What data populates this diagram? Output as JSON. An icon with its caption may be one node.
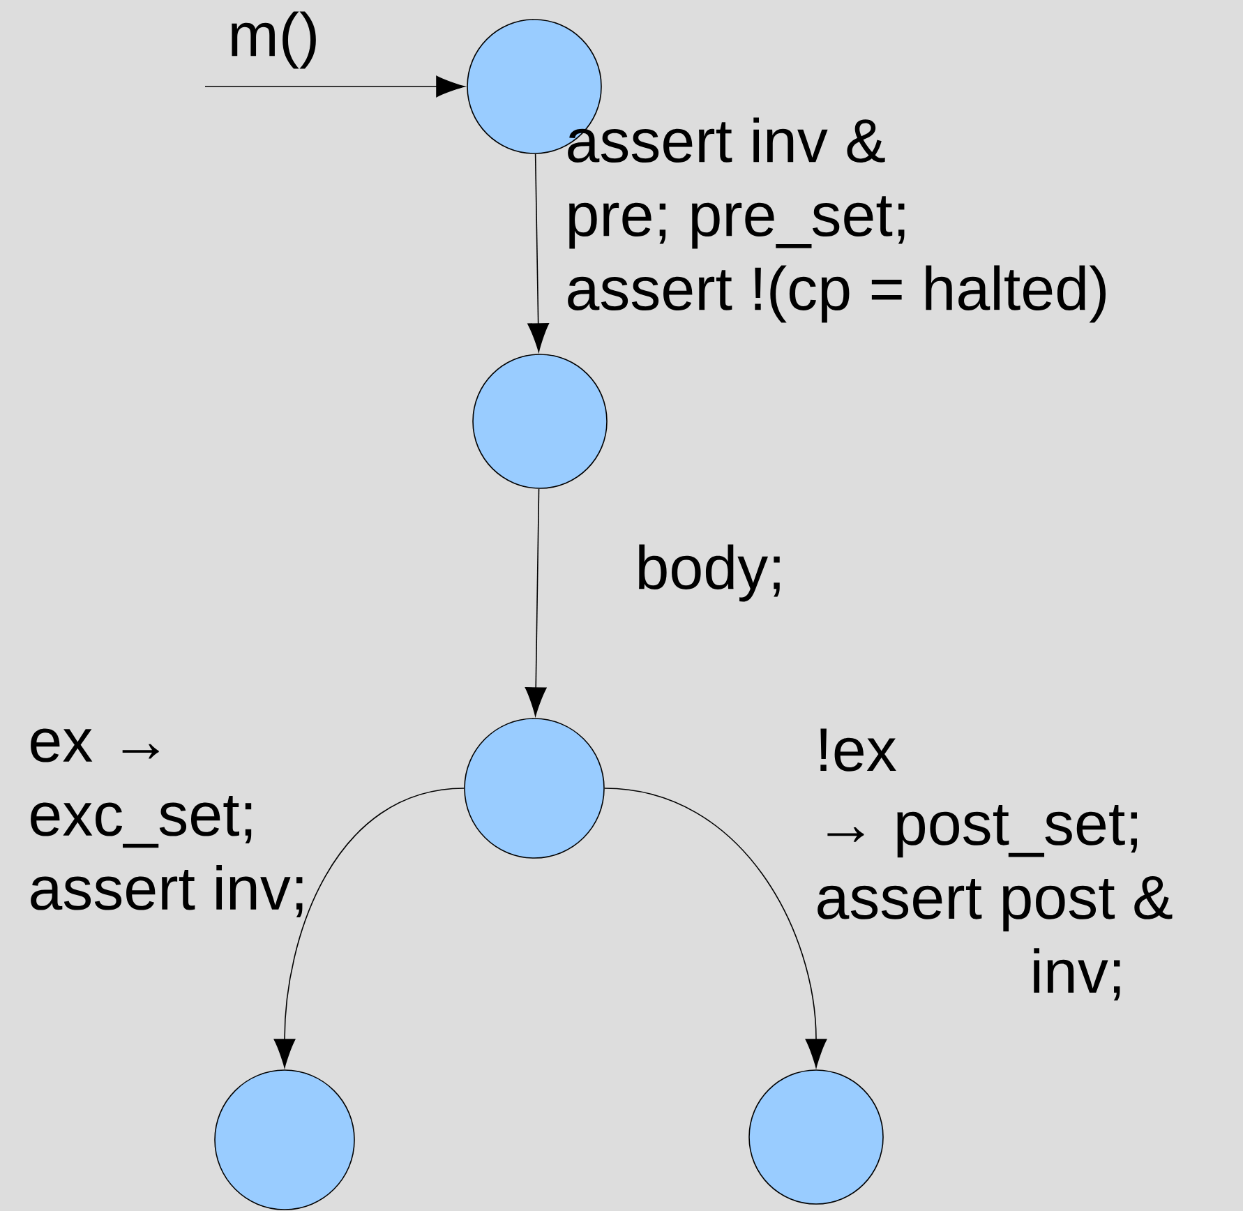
{
  "diagram": {
    "nodes": [
      {
        "text": [],
        "shape": "circle"
      },
      {
        "text": [],
        "shape": "circle"
      },
      {
        "text": [],
        "shape": "circle"
      },
      {
        "text": [],
        "shape": "circle"
      },
      {
        "text": [],
        "shape": "circle"
      }
    ],
    "edges": [
      {
        "from": null,
        "to": 0,
        "arrow": "to",
        "label": "m()"
      },
      {
        "from": 0,
        "to": 1,
        "arrow": "to",
        "label": "assert inv & pre; pre_set; assert !(cp = halted)"
      },
      {
        "from": 1,
        "to": 2,
        "arrow": "to",
        "label": "body;"
      },
      {
        "from": 2,
        "to": 3,
        "arrow": "to",
        "label": "ex → exc_set; assert inv;"
      },
      {
        "from": 2,
        "to": 4,
        "arrow": "to",
        "label": "!ex → post_set; assert post & inv;"
      }
    ]
  }
}
